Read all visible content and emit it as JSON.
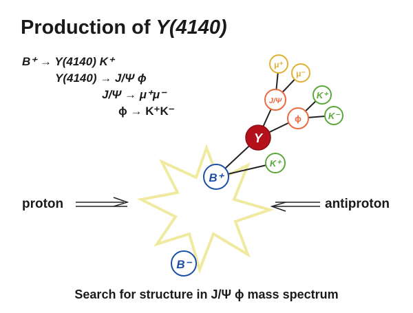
{
  "title": {
    "prefix": "Production of ",
    "particle": "Y(4140)"
  },
  "equations": [
    "B⁺ → Y(4140) K⁺",
    "Y(4140) → J/Ψ ϕ",
    "J/Ψ → μ⁺μ⁻",
    "ϕ → K⁺K⁻"
  ],
  "labels": {
    "proton": "proton",
    "antiproton": "antiproton"
  },
  "caption": "Search for structure in J/Ψ ϕ mass spectrum",
  "particles": {
    "mu_plus": "μ⁺",
    "mu_minus": "μ⁻",
    "jpsi": "J/Ψ",
    "phi": "ϕ",
    "k_plus_1": "K⁺",
    "k_minus": "K⁻",
    "y": "Y",
    "k_plus_2": "K⁺",
    "b_plus": "B⁺",
    "b_minus": "B⁻"
  },
  "colors": {
    "muon": "#e0b030",
    "jpsi_phi": "#ec6a40",
    "kaon": "#5aa83a",
    "y": "#b3121c",
    "b": "#1a4fa8",
    "star": "#f0eaa0"
  }
}
